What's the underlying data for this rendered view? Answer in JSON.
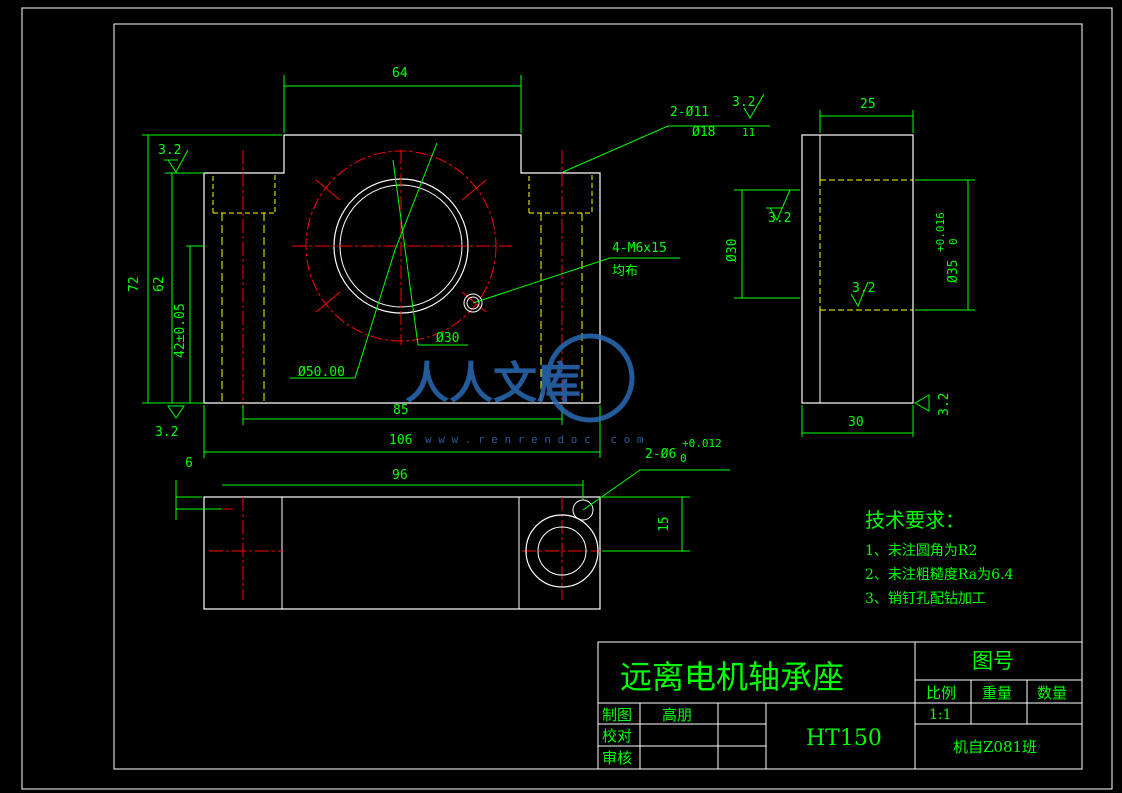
{
  "dims": {
    "d64": "64",
    "d25": "25",
    "d72": "72",
    "d62": "62",
    "d42": "42±0.05",
    "d85": "85",
    "d106": "106",
    "d96": "96",
    "d6": "6",
    "d15": "15",
    "d30": "30",
    "dphi30": "Ø30",
    "dphi35_base": "Ø35",
    "dphi35_upper": "+0.016",
    "dphi35_lower": "0",
    "dphi30_inner": "Ø30",
    "dphi50": "Ø50.00"
  },
  "roughness": {
    "r1": "3.2",
    "r2": "3.2",
    "r3": "3.2",
    "r4": "3.2",
    "r5": "3.2",
    "r6": "3.2"
  },
  "callouts": {
    "hole_a": "2-Ø11",
    "hole_b": "Ø18",
    "hole_b_depth": "11",
    "thread": "4-M6x15",
    "thread_note": "均布",
    "pin_base": "2-Ø6",
    "pin_upper": "+0.012",
    "pin_lower": "0"
  },
  "notes": {
    "heading": "技术要求：",
    "items": [
      "1、未注圆角为R2",
      "2、未注粗糙度Ra为6.4",
      "3、销钉孔配钻加工"
    ]
  },
  "title_block": {
    "part_name": "远离电机轴承座",
    "drawing_no_label": "图号",
    "scale_label": "比例",
    "weight_label": "重量",
    "qty_label": "数量",
    "scale_value": "1:1",
    "material": "HT150",
    "draw_label": "制图",
    "draw_name": "高朋",
    "check_label": "校对",
    "review_label": "审核",
    "class_name": "机自Z081班"
  },
  "watermark": {
    "text": "人人文库",
    "url": "w w w . r e n r e n d o c . c o m"
  },
  "colors": {
    "outline": "#ffffff",
    "dimension": "#00ff00",
    "centerline": "#ff0000",
    "hidden": "#ffff00",
    "watermark": "#2a6bb5"
  }
}
